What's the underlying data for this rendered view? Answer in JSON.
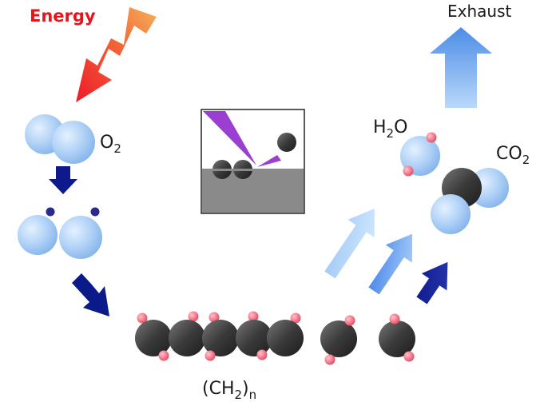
{
  "labels": {
    "energy": "Energy",
    "exhaust": "Exhaust",
    "oxygen": {
      "base": "O",
      "subscript": "2"
    },
    "water": {
      "prefix": "H",
      "subscript": "2",
      "suffix": "O"
    },
    "carbon_dioxide": {
      "base": "CO",
      "subscript": "2"
    },
    "polymer": {
      "prefix": "(CH",
      "subscript": "2",
      "suffix": ")",
      "subscript_n": "n"
    }
  },
  "colors": {
    "energy_text": "#e8141c",
    "oxygen_atom": "#a8cff5",
    "carbon_atom": "#333333",
    "hydrogen_atom": "#f0647a",
    "oxygen_radical": "#2a2a8a",
    "process_arrow": "#0a1a8a",
    "exhaust_arrow": "#5f9ae8",
    "laser_beam": "#9a3fd0",
    "surface": "#8a8a8a"
  },
  "icons": [
    "lightning-bolt-icon",
    "down-arrow-icon",
    "diagonal-arrow-icon",
    "up-arrow-icon"
  ]
}
